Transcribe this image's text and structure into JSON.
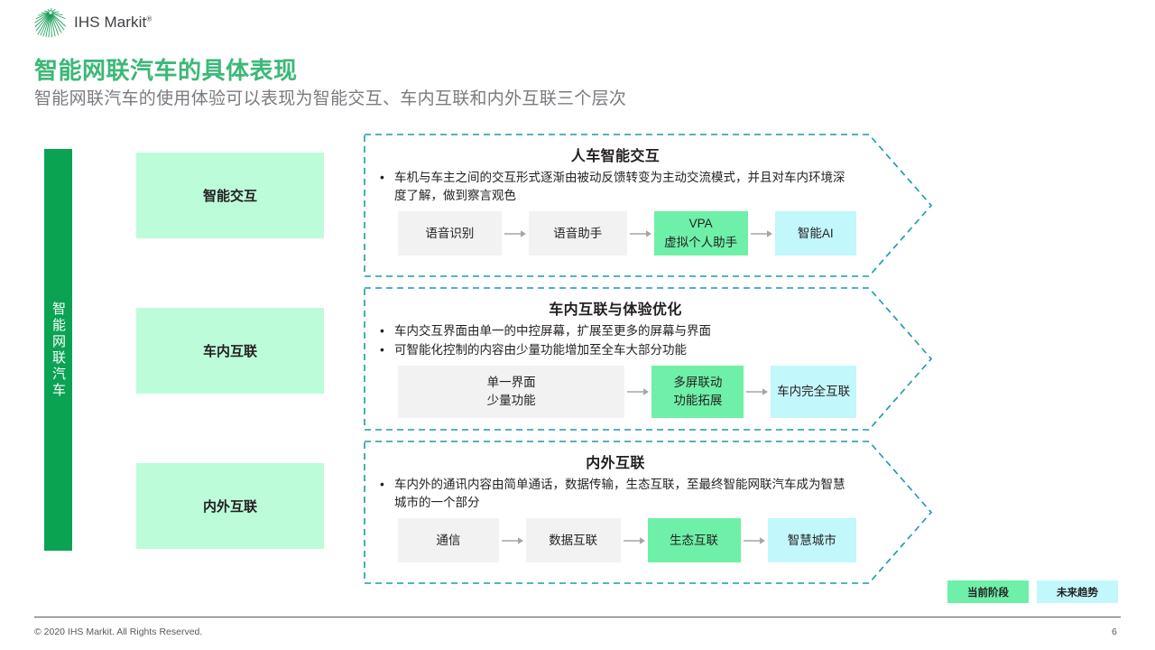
{
  "brand": {
    "logo_icon": "ihs-markit-burst-icon",
    "logo_text": "IHS Markit",
    "logo_trademark": "®",
    "accent_green": "#0aa353",
    "title_green": "#3cb878",
    "mint": "#bdfcd9",
    "flow_green": "#6ef0a8",
    "flow_cyan": "#c2f7fb",
    "flow_gray": "#f2f2f2",
    "dash_teal": "#1b9aaa"
  },
  "header": {
    "title": "智能网联汽车的具体表现",
    "subtitle": "智能网联汽车的使用体验可以表现为智能交互、车内互联和内外互联三个层次"
  },
  "sidebar": {
    "vertical_label": "智能网联汽车",
    "stages": [
      {
        "label": "智能交互"
      },
      {
        "label": "车内互联"
      },
      {
        "label": "内外互联"
      }
    ]
  },
  "panels": [
    {
      "heading": "人车智能交互",
      "bullets": [
        "车机与车主之间的交互形式逐渐由被动反馈转变为主动交流模式，并且对车内环境深度了解，做到察言观色"
      ],
      "flow": [
        {
          "lines": [
            "语音识别"
          ],
          "style": "gray"
        },
        {
          "lines": [
            "语音助手"
          ],
          "style": "gray"
        },
        {
          "lines": [
            "VPA",
            "虚拟个人助手"
          ],
          "style": "green"
        },
        {
          "lines": [
            "智能AI"
          ],
          "style": "cyan"
        }
      ]
    },
    {
      "heading": "车内互联与体验优化",
      "bullets": [
        "车内交互界面由单一的中控屏幕，扩展至更多的屏幕与界面",
        "可智能化控制的内容由少量功能增加至全车大部分功能"
      ],
      "flow": [
        {
          "lines": [
            "单一界面",
            "少量功能"
          ],
          "style": "gray"
        },
        {
          "lines": [
            "多屏联动",
            "功能拓展"
          ],
          "style": "green"
        },
        {
          "lines": [
            "车内完全互联"
          ],
          "style": "cyan"
        }
      ]
    },
    {
      "heading": "内外互联",
      "bullets": [
        "车内外的通讯内容由简单通话，数据传输，生态互联，至最终智能网联汽车成为智慧城市的一个部分"
      ],
      "flow": [
        {
          "lines": [
            "通信"
          ],
          "style": "gray"
        },
        {
          "lines": [
            "数据互联"
          ],
          "style": "gray"
        },
        {
          "lines": [
            "生态互联"
          ],
          "style": "green"
        },
        {
          "lines": [
            "智慧城市"
          ],
          "style": "cyan"
        }
      ]
    }
  ],
  "legend": [
    {
      "label": "当前阶段",
      "style": "green"
    },
    {
      "label": "未来趋势",
      "style": "cyan"
    }
  ],
  "footer": {
    "copyright": "© 2020 IHS Markit. All Rights Reserved.",
    "page_number": "6"
  }
}
